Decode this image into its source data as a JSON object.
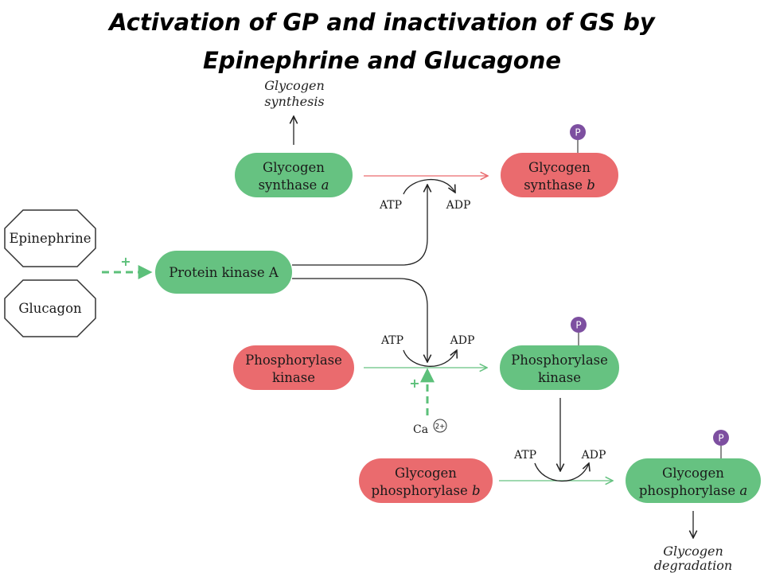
{
  "title": {
    "line1": "Activation of GP and inactivation of GS by",
    "line2": "Epinephrine and Glucagone"
  },
  "colors": {
    "active": "#66c281",
    "inactive": "#ea6b6e",
    "phosphate": "#7d4fa0",
    "dashed": "#5cc07a"
  },
  "hormones": {
    "epinephrine": "Epinephrine",
    "glucagon": "Glucagon"
  },
  "nodes": {
    "protein_kinase_a": "Protein kinase A",
    "glycogen_synthase_a": {
      "line1": "Glycogen",
      "line2": "synthase",
      "suffix": "a"
    },
    "glycogen_synthase_b": {
      "line1": "Glycogen",
      "line2": "synthase",
      "suffix": "b"
    },
    "phosphorylase_kinase_inactive": {
      "line1": "Phosphorylase",
      "line2": "kinase"
    },
    "phosphorylase_kinase_active": {
      "line1": "Phosphorylase",
      "line2": "kinase"
    },
    "glycogen_phosphorylase_b": {
      "line1": "Glycogen",
      "line2": "phosphorylase",
      "suffix": "b"
    },
    "glycogen_phosphorylase_a": {
      "line1": "Glycogen",
      "line2": "phosphorylase",
      "suffix": "a"
    }
  },
  "outcomes": {
    "synthesis": {
      "line1": "Glycogen",
      "line2": "synthesis"
    },
    "degradation": {
      "line1": "Glycogen",
      "line2": "degradation"
    }
  },
  "labels": {
    "atp": "ATP",
    "adp": "ADP",
    "phosphate": "P",
    "plus": "+",
    "calcium": "Ca",
    "calcium_charge": "2+"
  }
}
